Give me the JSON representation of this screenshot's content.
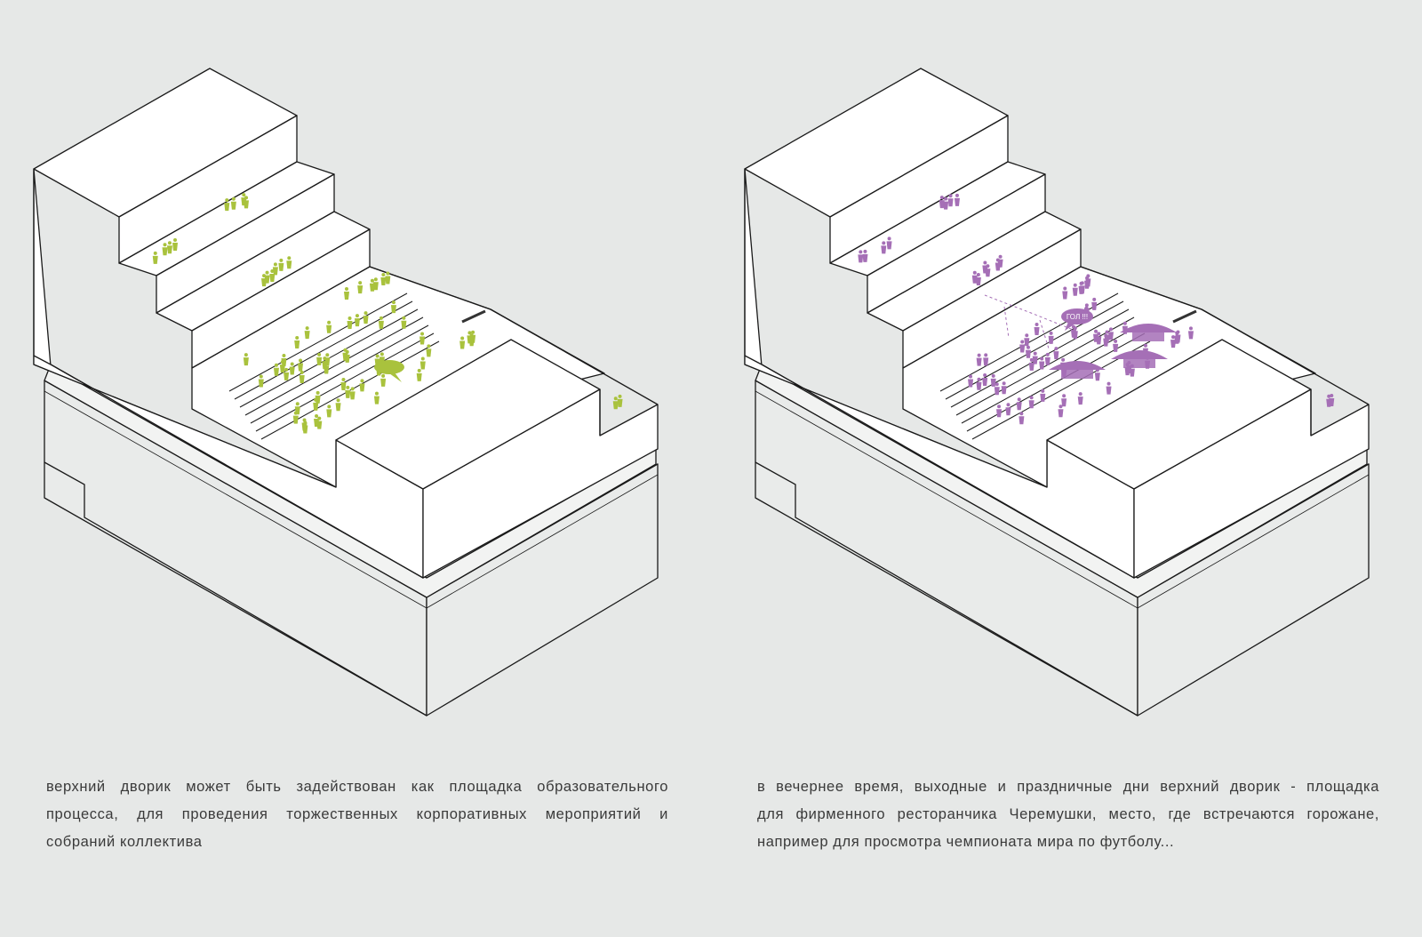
{
  "panels": [
    {
      "id": "left",
      "theme": "day",
      "figure_color": "#a9c23d",
      "caption_lines": [
        "верхний дворик может быть задействован как площадка образовательного",
        "процесса, для проведения торжественных корпоративных мероприятий и",
        "собраний коллектива"
      ]
    },
    {
      "id": "right",
      "theme": "evening",
      "figure_color": "#a56fb6",
      "speech_bubble": "ГОЛ !!!",
      "caption_lines": [
        "в вечернее время, выходные и праздничные дни верхний дворик - площадка",
        "для фирменного ресторанчика Черемушки, место, где встречаются горожане,",
        "например для просмотра чемпионата мира по футболу..."
      ]
    }
  ],
  "colors": {
    "background": "#e6e8e7",
    "block_face": "#ffffff",
    "base_face": "#e9ebea",
    "stroke": "#1a1a1a"
  }
}
